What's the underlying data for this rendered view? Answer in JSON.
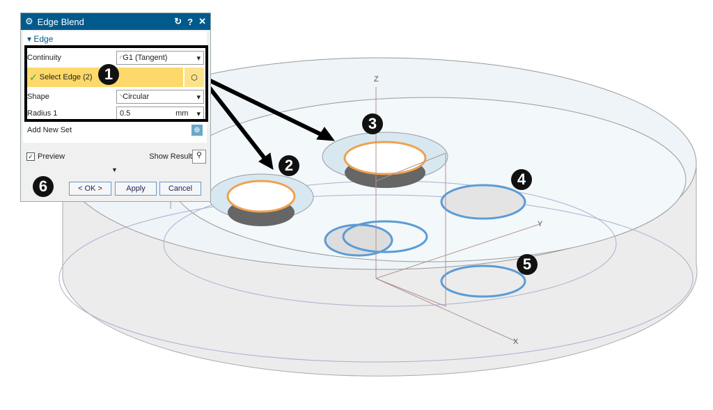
{
  "dialog": {
    "title": "Edge Blend",
    "section": "Edge",
    "continuity_label": "Continuity",
    "continuity_value": "G1 (Tangent)",
    "select_edge_label": "Select Edge (2)",
    "shape_label": "Shape",
    "shape_value": "Circular",
    "radius_label": "Radius 1",
    "radius_value": "0.5",
    "radius_unit": "mm",
    "add_new_set": "Add New Set",
    "preview_label": "Preview",
    "preview_checked": true,
    "show_result": "Show Result",
    "ok": "< OK >",
    "apply": "Apply",
    "cancel": "Cancel"
  },
  "callouts": [
    "1",
    "2",
    "3",
    "4",
    "5",
    "6"
  ],
  "axes": {
    "z": "Z",
    "y": "Y",
    "x": "X"
  },
  "colors": {
    "title_bar": "#005a8c",
    "highlight": "#fcd96a",
    "edge_selected": "#f0a050",
    "edge": "#5b9bd5"
  }
}
